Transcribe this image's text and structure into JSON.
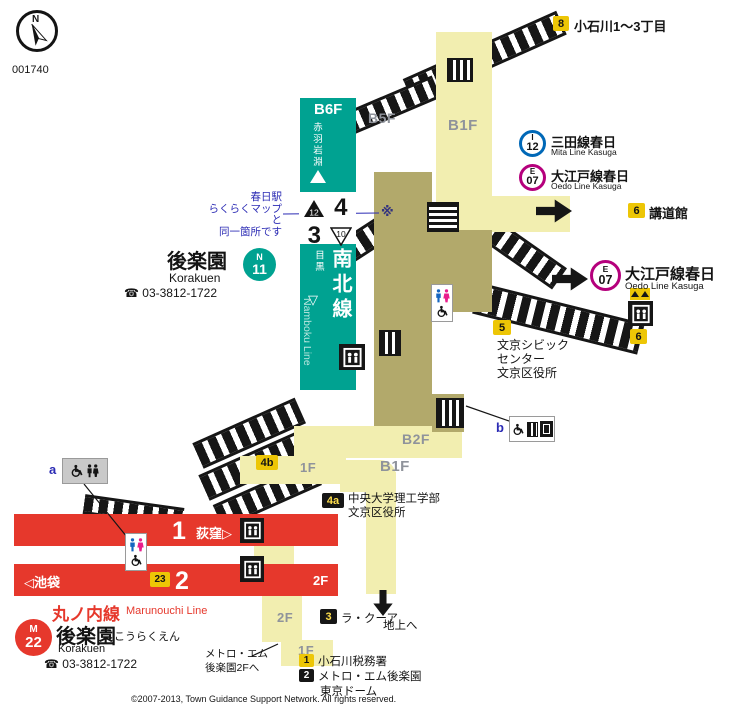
{
  "meta": {
    "map_code": "001740",
    "copyright": "©2007-2013, Town Guidance Support Network. All rights reserved.",
    "compass_n": "N"
  },
  "icons": {
    "triangle_down": "▽"
  },
  "floors": {
    "b6f": "B6F",
    "b5f": "B5F",
    "b1f_upper": "B1F",
    "b2f": "B2F",
    "b1f_mid": "B1F",
    "f1_mid": "1F",
    "f2_platform": "2F",
    "f2_block": "2F",
    "f1_block": "1F"
  },
  "namboku": {
    "line_name": "南北線",
    "line_name_en": "Namboku Line",
    "dest_up": "赤羽岩淵",
    "dest_down": "目黒",
    "platform_up": "4",
    "platform_down": "3",
    "car_up": "12",
    "car_down": "10",
    "station": {
      "letter": "N",
      "number": "11",
      "name": "後楽園",
      "name_en": "Korakuen",
      "tel": "☎ 03-3812-1722"
    }
  },
  "marunouchi": {
    "line_name": "丸ノ内線",
    "line_name_en": "Marunouchi Line",
    "platform_1": "1",
    "platform_2": "2",
    "dir_ogikubo": "荻窪▷",
    "dir_ikebukuro": "◁池袋",
    "car_badge": "23",
    "station": {
      "letter": "M",
      "number": "22",
      "name": "後楽園",
      "kana": "こうらくえん",
      "name_en": "Korakuen",
      "tel": "☎ 03-3812-1722"
    }
  },
  "transfers": {
    "mita": {
      "letter": "I",
      "number": "12",
      "title": "三田線春日",
      "subtitle": "Mita Line Kasuga"
    },
    "oedo_upper": {
      "letter": "E",
      "number": "07",
      "title": "大江戸線春日",
      "subtitle": "Oedo Line Kasuga"
    },
    "oedo_lower": {
      "letter": "E",
      "number": "07",
      "title": "大江戸線春日",
      "subtitle": "Oedo Line Kasuga"
    }
  },
  "exits": {
    "e8": {
      "num": "8",
      "label": "小石川1〜3丁目"
    },
    "e6_kodokan": {
      "num": "6",
      "label": "講道館"
    },
    "e6_ev": {
      "num": "6"
    },
    "e5": {
      "num": "5",
      "line1": "文京シビック",
      "line2": "センター",
      "line3": "文京区役所"
    },
    "e4b": {
      "num": "4b"
    },
    "e4a": {
      "num": "4a",
      "line1": "中央大学理工学部",
      "line2": "文京区役所"
    },
    "e3": {
      "num": "3",
      "label": "ラ・クーア"
    },
    "e1": {
      "num": "1",
      "label": "小石川税務署"
    },
    "e2": {
      "num": "2",
      "label": "メトロ・エム後楽園",
      "label2": "東京ドーム"
    }
  },
  "notes": {
    "kasuga1": "春日駅",
    "kasuga2": "らくらくマップと",
    "kasuga3": "同一箇所です",
    "ref_mark": "※",
    "to_ground": "地上へ",
    "metro_m1": "メトロ・エム",
    "metro_m2": "後楽園2Fへ"
  },
  "markers": {
    "a": "a",
    "b": "b"
  }
}
